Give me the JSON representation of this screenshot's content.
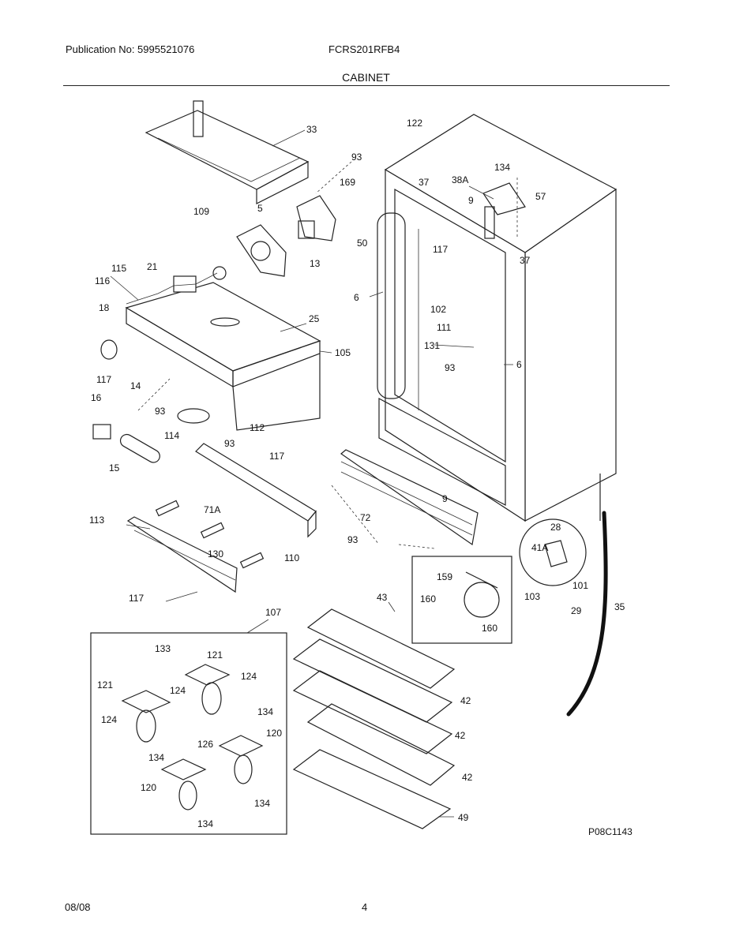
{
  "header": {
    "publication": "Publication No: 5995521076",
    "model": "FCRS201RFB4",
    "section": "CABINET"
  },
  "footer": {
    "date": "08/08",
    "page": "4"
  },
  "diagram": {
    "code": "P08C1143",
    "labels": [
      "33",
      "93",
      "122",
      "37",
      "38A",
      "134",
      "57",
      "169",
      "5",
      "109",
      "13",
      "50",
      "9",
      "37",
      "117",
      "6",
      "115",
      "21",
      "116",
      "25",
      "102",
      "18",
      "111",
      "105",
      "131",
      "117",
      "93",
      "6",
      "14",
      "16",
      "93",
      "112",
      "114",
      "93",
      "117",
      "15",
      "72",
      "71A",
      "9",
      "113",
      "93",
      "130",
      "110",
      "117",
      "28",
      "41A",
      "159",
      "160",
      "103",
      "101",
      "35",
      "160",
      "29",
      "43",
      "107",
      "133",
      "121",
      "121",
      "124",
      "124",
      "134",
      "124",
      "126",
      "120",
      "134",
      "120",
      "134",
      "134",
      "42",
      "42",
      "42",
      "49"
    ]
  }
}
